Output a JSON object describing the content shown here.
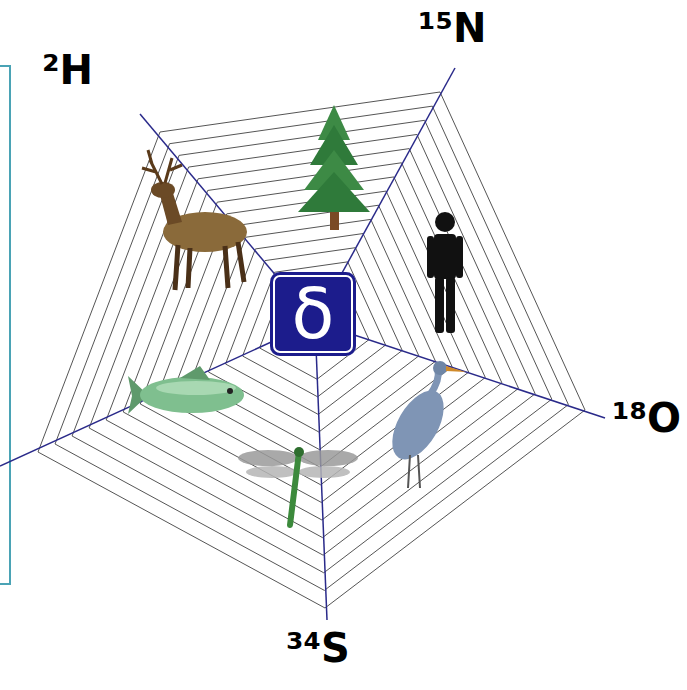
{
  "diagram": {
    "nodes": [
      {
        "text": [
          "δ"
        ]
      }
    ],
    "labels": [
      "²H",
      "¹⁵N",
      "¹⁸O",
      "³⁴S"
    ]
  }
}
